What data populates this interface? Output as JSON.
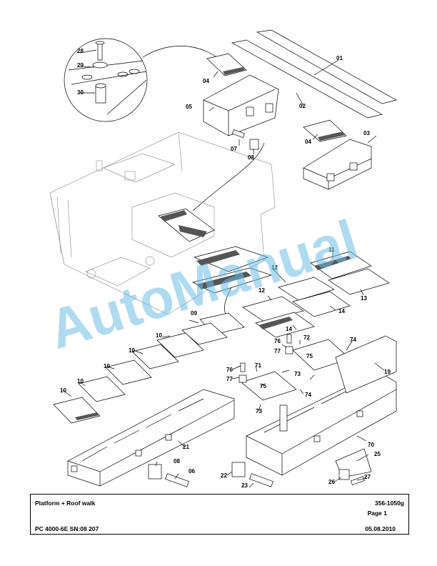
{
  "drawing": {
    "part_labels": [
      "01",
      "02",
      "03",
      "04",
      "04",
      "05",
      "06",
      "07",
      "08",
      "08",
      "09",
      "10",
      "10",
      "10",
      "10",
      "10",
      "11",
      "12",
      "12",
      "13",
      "14",
      "14",
      "19",
      "21",
      "22",
      "23",
      "25",
      "26",
      "27",
      "28",
      "29",
      "30",
      "70",
      "71",
      "72",
      "73",
      "73",
      "74",
      "74",
      "75",
      "75",
      "76",
      "76",
      "77",
      "77"
    ]
  },
  "watermark": "AutoManual",
  "title_block": {
    "title": "Platform + Roof walk",
    "drawing_number": "356-1050g",
    "page": "Page 1",
    "model": "PC 4000-6E SN:08 207",
    "date": "05.08.2010"
  }
}
